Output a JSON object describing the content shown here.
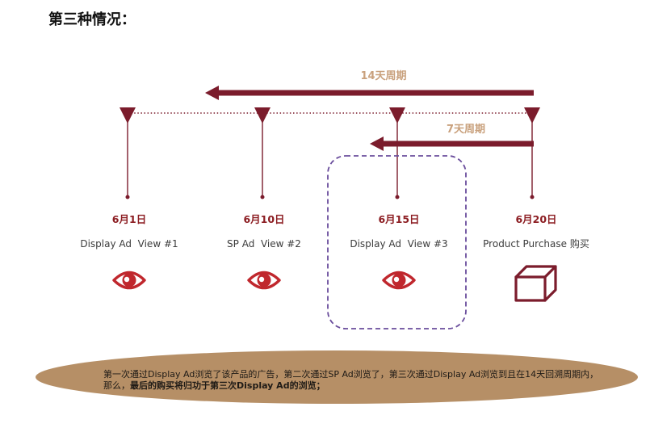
{
  "page_title": "第三种情况：",
  "timeline": {
    "long_period_label": "14天周期",
    "short_period_label": "7天周期",
    "events": [
      {
        "date": "6月1日",
        "label": "Display Ad  View #1",
        "icon": "eye-icon"
      },
      {
        "date": "6月10日",
        "label": "SP Ad  View #2",
        "icon": "eye-icon"
      },
      {
        "date": "6月15日",
        "label": "Display Ad  View #3",
        "icon": "eye-icon",
        "highlighted": true
      },
      {
        "date": "6月20日",
        "label": "Product Purchase 购买",
        "icon": "box-icon"
      }
    ]
  },
  "summary": {
    "text_normal": "第一次通过Display Ad浏览了该产品的广告，第二次通过SP Ad浏览了，第三次通过Display Ad浏览到且在14天回溯周期内，那么，",
    "text_bold": "最后的购买将归功于第三次Display Ad的浏览；"
  },
  "colors": {
    "arrow": "#7b1c2c",
    "date_text": "#8c1d22",
    "period_label": "#c9a17d",
    "highlight_frame": "#6a4d9c",
    "eye_icon": "#c0272d",
    "summary_ellipse": "#b68f66"
  }
}
